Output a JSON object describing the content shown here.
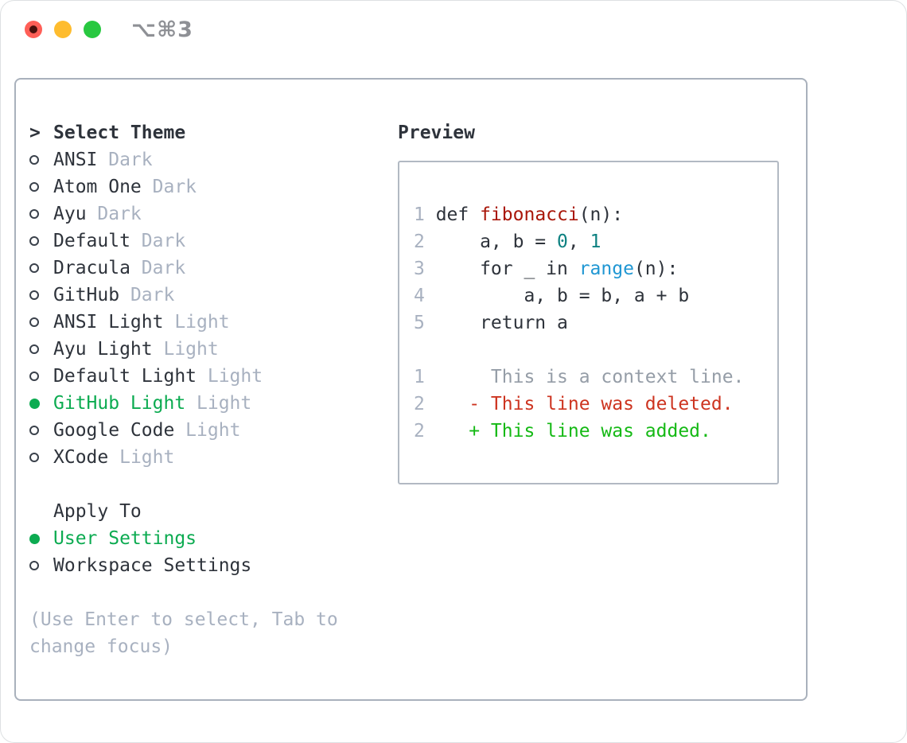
{
  "window": {
    "title": "⌥⌘3",
    "traffic_lights": {
      "close": "close-button",
      "minimize": "minimize-button",
      "zoom": "zoom-button"
    }
  },
  "theme_picker": {
    "header": "Select Theme",
    "prompt": ">",
    "items": [
      {
        "label": "ANSI",
        "variant": "Dark",
        "selected": false
      },
      {
        "label": "Atom One",
        "variant": "Dark",
        "selected": false
      },
      {
        "label": "Ayu",
        "variant": "Dark",
        "selected": false
      },
      {
        "label": "Default",
        "variant": "Dark",
        "selected": false
      },
      {
        "label": "Dracula",
        "variant": "Dark",
        "selected": false
      },
      {
        "label": "GitHub",
        "variant": "Dark",
        "selected": false
      },
      {
        "label": "ANSI Light",
        "variant": "Light",
        "selected": false
      },
      {
        "label": "Ayu Light",
        "variant": "Light",
        "selected": false
      },
      {
        "label": "Default Light",
        "variant": "Light",
        "selected": false
      },
      {
        "label": "GitHub Light",
        "variant": "Light",
        "selected": true
      },
      {
        "label": "Google Code",
        "variant": "Light",
        "selected": false
      },
      {
        "label": "XCode",
        "variant": "Light",
        "selected": false
      }
    ]
  },
  "apply_to": {
    "header": "Apply To",
    "options": [
      {
        "label": "User Settings",
        "selected": true
      },
      {
        "label": "Workspace Settings",
        "selected": false
      }
    ]
  },
  "hint_lines": [
    "(Use Enter to select, Tab to",
    "change focus)"
  ],
  "preview": {
    "header": "Preview",
    "code_lines": [
      {
        "num": "1",
        "segments": [
          {
            "t": "def ",
            "s": "plain"
          },
          {
            "t": "fibonacci",
            "s": "func"
          },
          {
            "t": "(n):",
            "s": "plain"
          }
        ]
      },
      {
        "num": "2",
        "segments": [
          {
            "t": "    a, b = ",
            "s": "plain"
          },
          {
            "t": "0",
            "s": "num"
          },
          {
            "t": ", ",
            "s": "plain"
          },
          {
            "t": "1",
            "s": "num"
          }
        ]
      },
      {
        "num": "3",
        "segments": [
          {
            "t": "    for _ in ",
            "s": "plain"
          },
          {
            "t": "range",
            "s": "builtin"
          },
          {
            "t": "(n):",
            "s": "plain"
          }
        ]
      },
      {
        "num": "4",
        "segments": [
          {
            "t": "        a, b = b, a + b",
            "s": "plain"
          }
        ]
      },
      {
        "num": "5",
        "segments": [
          {
            "t": "    return a",
            "s": "plain"
          }
        ]
      },
      {
        "num": "",
        "segments": []
      },
      {
        "num": "1",
        "segments": [
          {
            "t": "     This is a context line.",
            "s": "context"
          }
        ]
      },
      {
        "num": "2",
        "segments": [
          {
            "t": "   ",
            "s": "plain"
          },
          {
            "t": "- This line was deleted.",
            "s": "del"
          }
        ]
      },
      {
        "num": "2",
        "segments": [
          {
            "t": "   ",
            "s": "plain"
          },
          {
            "t": "+ This line was added.",
            "s": "add"
          }
        ]
      }
    ]
  },
  "palette": {
    "ink": "#2e333b",
    "muted": "#a8b1c0",
    "line_number": "#a8b1c0",
    "context_gray": "#959da7",
    "green_sel": "#0cab51",
    "diff_add": "#15b915",
    "diff_del": "#cd3420",
    "function_red": "#a9170a",
    "number_teal": "#0d8181",
    "builtin_blue": "#2097d3",
    "panel_border": "#a9b1bc",
    "box_border": "#b2b9c3",
    "title_gray": "#8e9095",
    "traffic_red": "#ff5f57",
    "traffic_red_dot": "#4a100c",
    "traffic_yellow": "#febc2e",
    "traffic_green": "#28c840"
  }
}
